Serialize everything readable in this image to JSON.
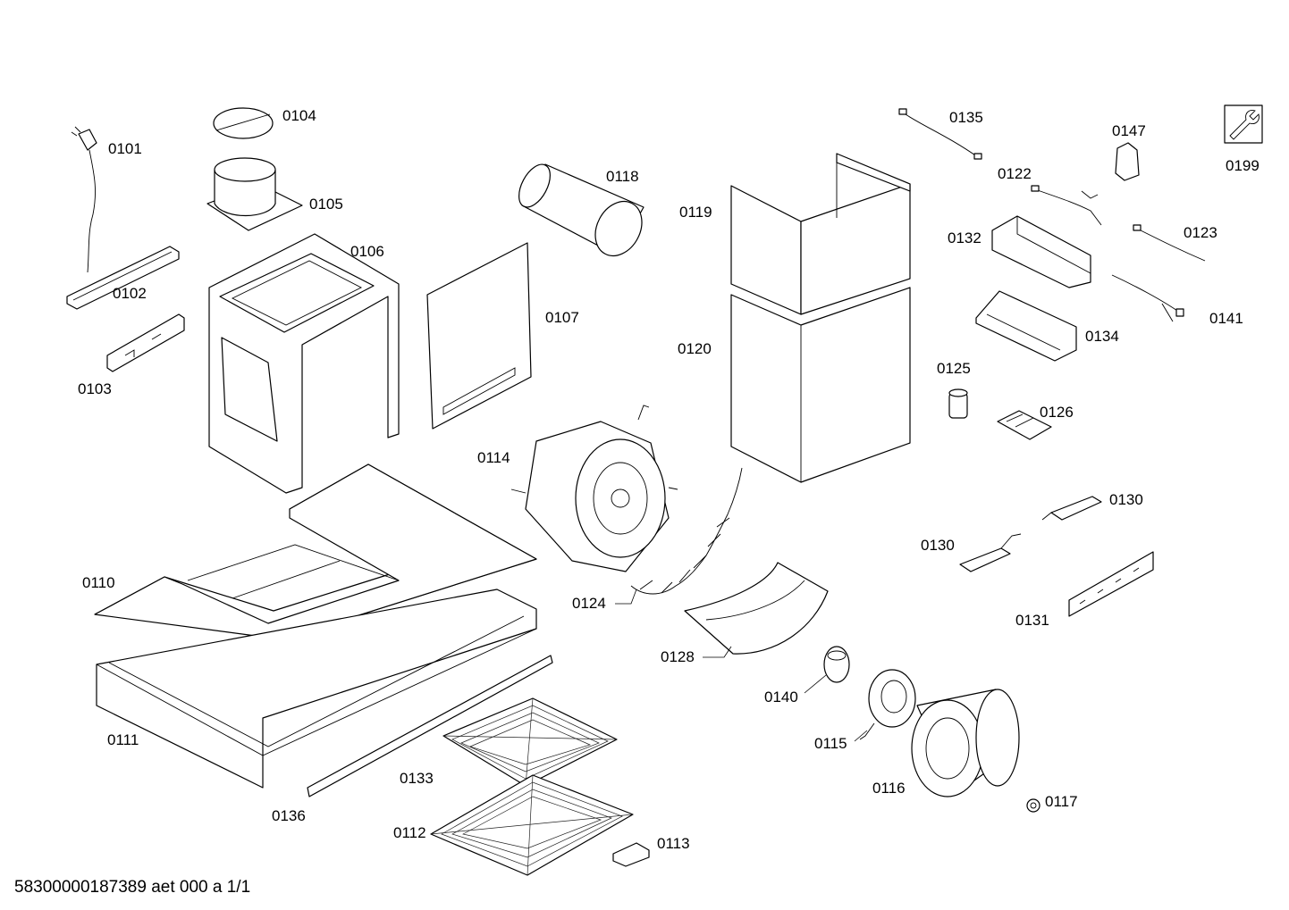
{
  "diagram": {
    "footer": "58300000187389 aet 000 a 1/1",
    "labels": {
      "p0101": "0101",
      "p0102": "0102",
      "p0103": "0103",
      "p0104": "0104",
      "p0105": "0105",
      "p0106": "0106",
      "p0107": "0107",
      "p0110": "0110",
      "p0111": "0111",
      "p0112": "0112",
      "p0113": "0113",
      "p0114": "0114",
      "p0115": "0115",
      "p0116": "0116",
      "p0117": "0117",
      "p0118": "0118",
      "p0119": "0119",
      "p0120": "0120",
      "p0122": "0122",
      "p0123": "0123",
      "p0124": "0124",
      "p0125": "0125",
      "p0126": "0126",
      "p0128": "0128",
      "p0130a": "0130",
      "p0130b": "0130",
      "p0131": "0131",
      "p0132": "0132",
      "p0133": "0133",
      "p0134": "0134",
      "p0135": "0135",
      "p0136": "0136",
      "p0140": "0140",
      "p0141": "0141",
      "p0147": "0147",
      "p0199": "0199"
    }
  }
}
